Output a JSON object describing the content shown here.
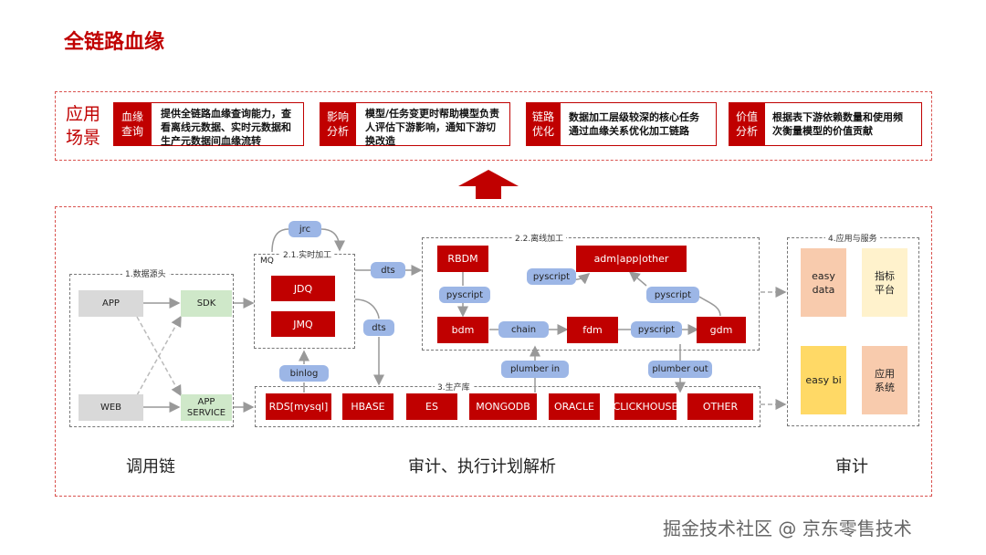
{
  "title": "全链路血缘",
  "scenes": {
    "label_line1": "应用",
    "label_line2": "场景",
    "items": [
      {
        "tag_line1": "血缘",
        "tag_line2": "查询",
        "desc_line1": "提供全链路血缘查询能力，查",
        "desc_line2": "看离线元数据、实时元数据和",
        "desc_line3": "生产元数据间血缘流转"
      },
      {
        "tag_line1": "影响",
        "tag_line2": "分析",
        "desc_line1": "模型/任务变更时帮助模型负责",
        "desc_line2": "人评估下游影响，通知下游切",
        "desc_line3": "换改造"
      },
      {
        "tag_line1": "链路",
        "tag_line2": "优化",
        "desc_line1": "数据加工层级较深的核心任务",
        "desc_line2": "通过血缘关系优化加工链路",
        "desc_line3": ""
      },
      {
        "tag_line1": "价值",
        "tag_line2": "分析",
        "desc_line1": "根据表下游依赖数量和使用频",
        "desc_line2": "次衡量模型的价值贡献",
        "desc_line3": ""
      }
    ]
  },
  "sections": {
    "source": "1.数据源头",
    "realtime": "2.1.实时加工",
    "offline": "2.2.离线加工",
    "production": "3.生产库",
    "apps": "4.应用与服务"
  },
  "source_nodes": {
    "app": "APP",
    "web": "WEB",
    "sdk": "SDK",
    "app_service_line1": "APP",
    "app_service_line2": "SERVICE"
  },
  "realtime_nodes": {
    "mq": "MQ",
    "jdq": "JDQ",
    "jmq": "JMQ"
  },
  "offline_nodes": {
    "rbdm": "RBDM",
    "bdm": "bdm",
    "fdm": "fdm",
    "gdm": "gdm",
    "adm": "adm|app|other"
  },
  "production_nodes": [
    "RDS[mysql]",
    "HBASE",
    "ES",
    "MONGODB",
    "ORACLE",
    "CLICKHOUSE",
    "OTHER"
  ],
  "pills": {
    "jrc": "jrc",
    "dts_top": "dts",
    "dts_mid": "dts",
    "binlog": "binlog",
    "pyscript_rb": "pyscript",
    "pyscript_adm": "pyscript",
    "pyscript_gdm": "pyscript",
    "pyscript_fg": "pyscript",
    "chain": "chain",
    "plumber_in": "plumber in",
    "plumber_out": "plumber out"
  },
  "apps": {
    "easy_data_line1": "easy",
    "easy_data_line2": "data",
    "metric_line1": "指标",
    "metric_line2": "平台",
    "easy_bi": "easy bi",
    "app_sys_line1": "应用",
    "app_sys_line2": "系统"
  },
  "bottom_labels": {
    "left": "调用链",
    "middle": "审计、执行计划解析",
    "right": "审计"
  },
  "watermark": "掘金技术社区 @ 京东零售技术",
  "colors": {
    "brand_red": "#c00000",
    "pill_blue": "#9cb6e6",
    "grey": "#d9d9d9",
    "green": "#cfe8c9",
    "orange": "#f8cbad",
    "yellow": "#ffe58a",
    "cream": "#fff2cc"
  }
}
